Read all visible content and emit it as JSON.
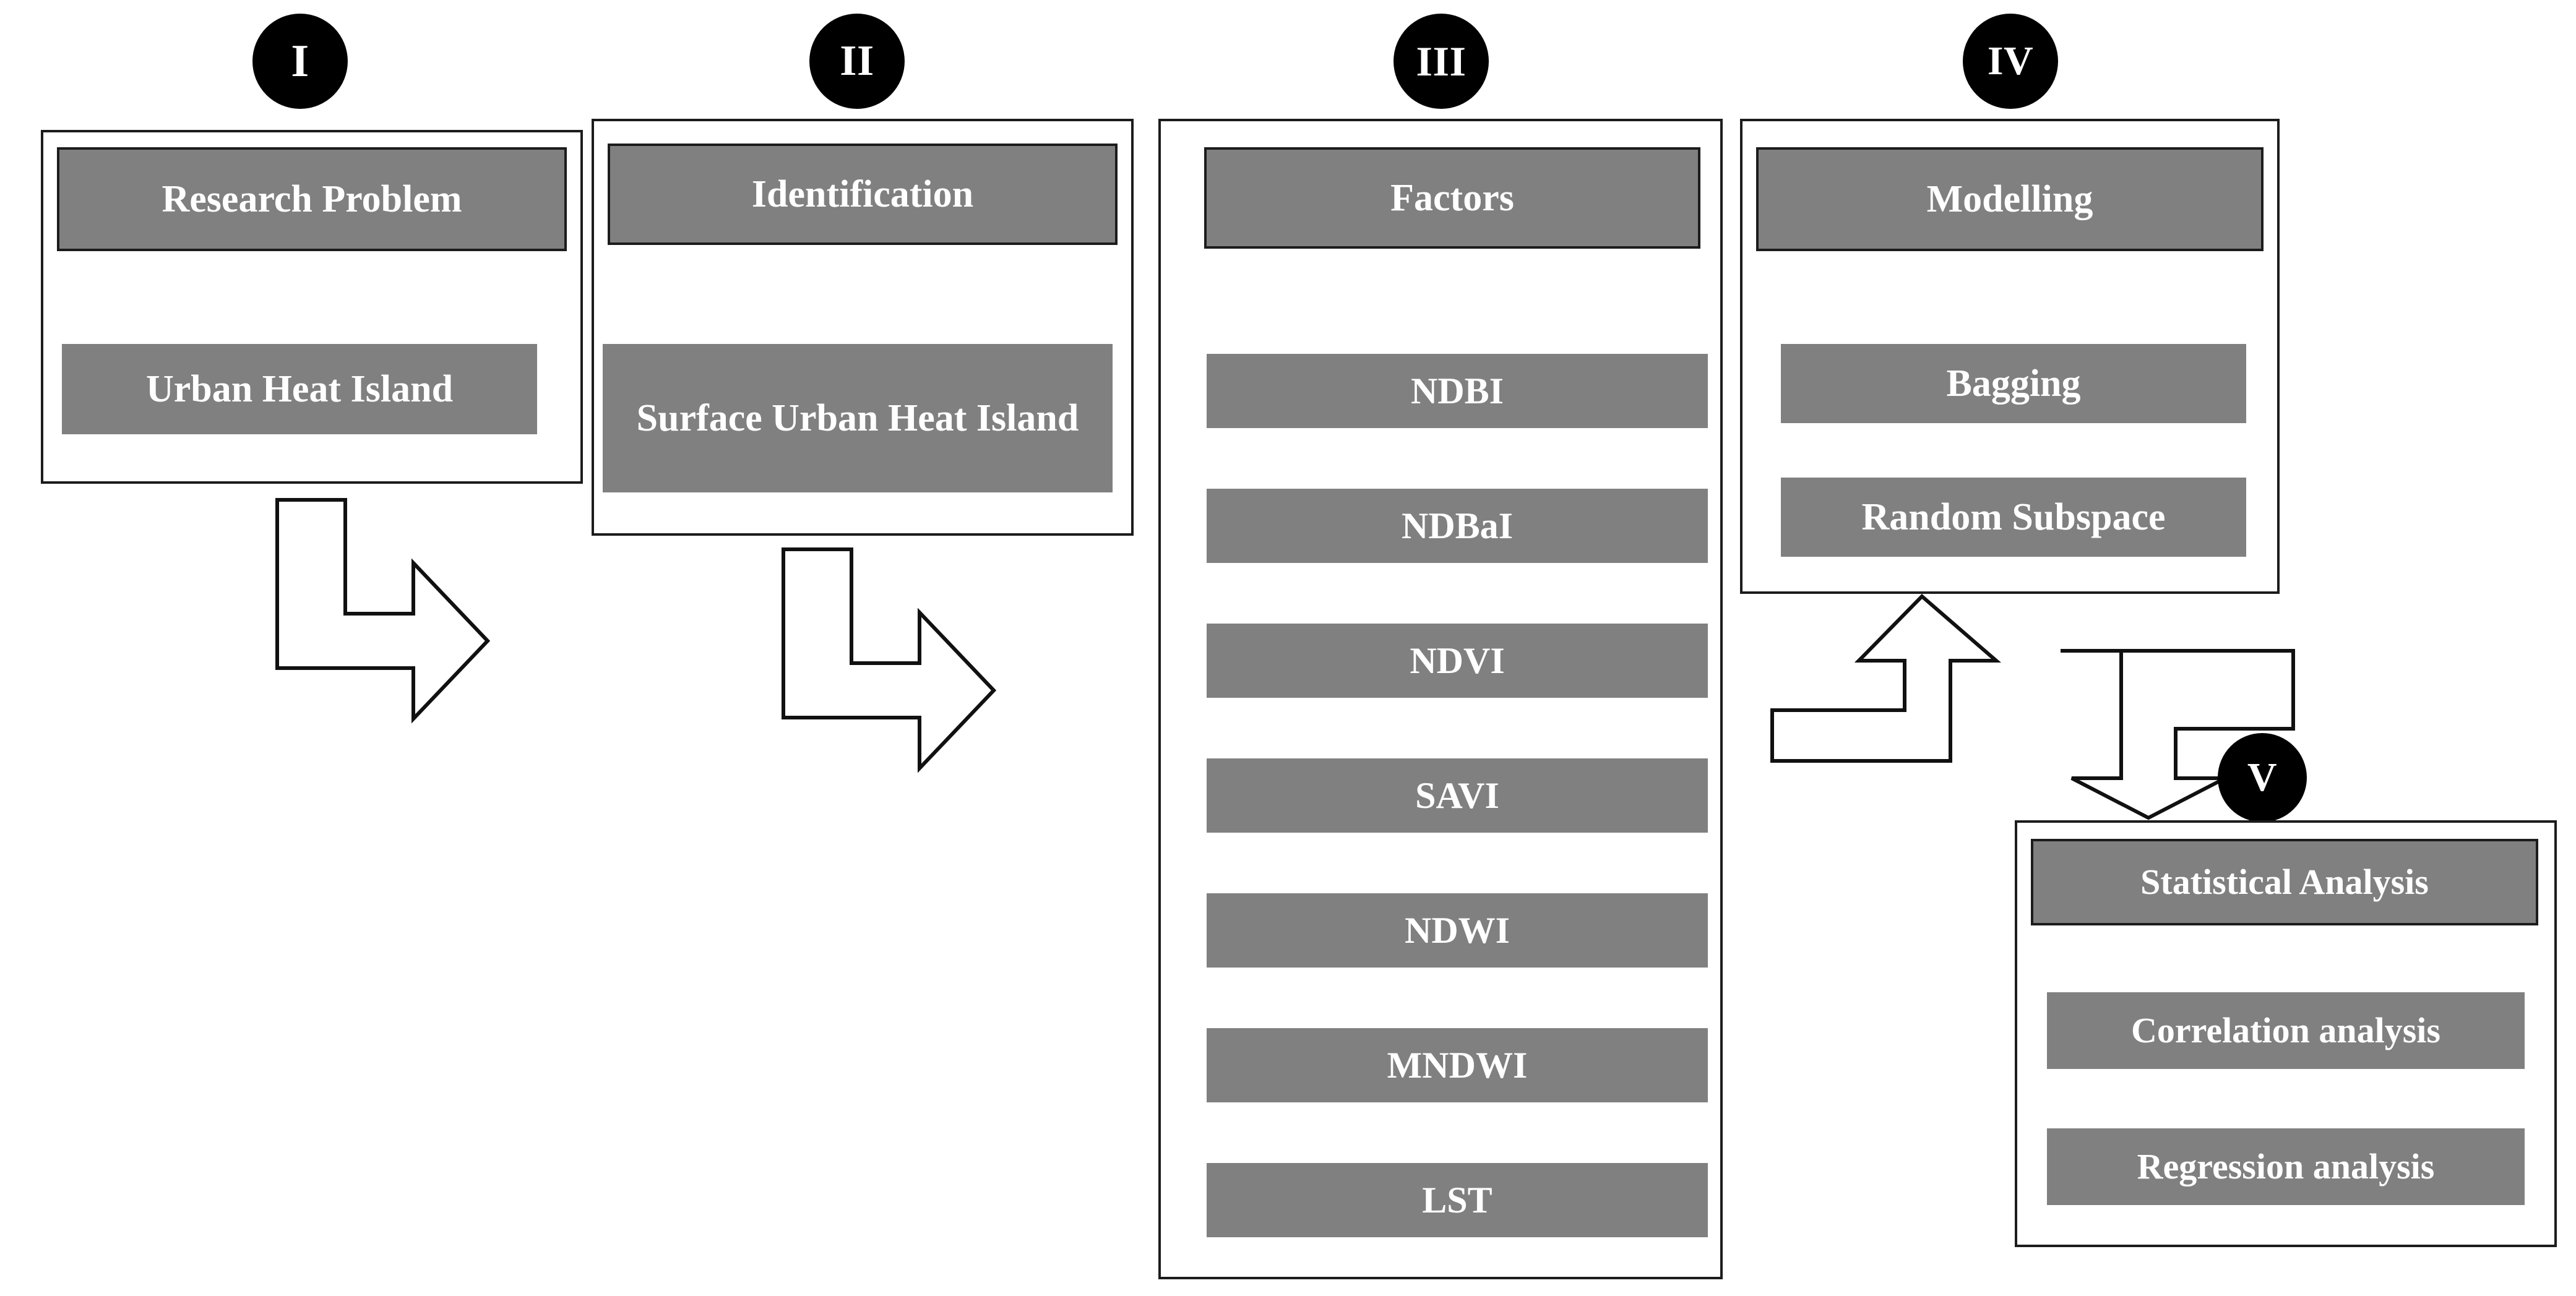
{
  "figure": {
    "kind": "research-methodology-flowchart",
    "background_color": "#ffffff",
    "bar_color": "#808080",
    "bar_text_color": "#ffffff",
    "outline_color": "#1c1c1c",
    "badge_color": "#000000"
  },
  "stages": [
    {
      "numeral": "I",
      "header": "Research Problem",
      "items": [
        "Urban Heat Island"
      ]
    },
    {
      "numeral": "II",
      "header": "Identification",
      "items": [
        "Surface Urban Heat Island"
      ]
    },
    {
      "numeral": "III",
      "header": "Factors",
      "items": [
        "NDBI",
        "NDBaI",
        "NDVI",
        "SAVI",
        "NDWI",
        "MNDWI",
        "LST"
      ]
    },
    {
      "numeral": "IV",
      "header": "Modelling",
      "items": [
        "Bagging",
        "Random Subspace"
      ]
    },
    {
      "numeral": "V",
      "header": "Statistical Analysis",
      "items": [
        "Correlation analysis",
        "Regression analysis"
      ]
    }
  ],
  "connectors": [
    {
      "id": "arrow-stage1-to-stage2",
      "shape": "elbow-down-right",
      "from": "I",
      "to": "II"
    },
    {
      "id": "arrow-stage2-to-stage3",
      "shape": "elbow-down-right",
      "from": "II",
      "to": "III"
    },
    {
      "id": "arrow-stage3-to-stage4",
      "shape": "elbow-left-up",
      "from": "III",
      "to": "IV"
    },
    {
      "id": "arrow-stage4-to-stage5",
      "shape": "elbow-right-down",
      "from": "IV",
      "to": "V"
    }
  ]
}
